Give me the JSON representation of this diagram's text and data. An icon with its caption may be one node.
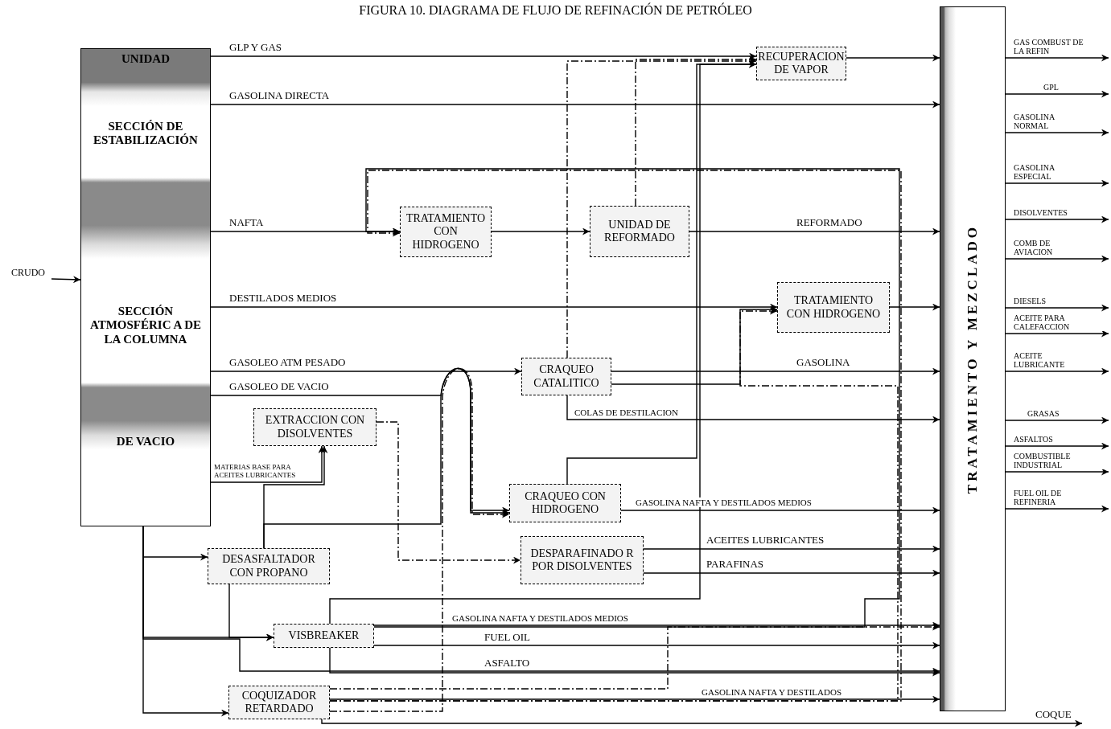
{
  "diagram": {
    "title": "FIGURA 10. DIAGRAMA DE FLUJO DE REFINACIÓN DE PETRÓLEO",
    "nodes": [
      {
        "text": [
          "CRUDO"
        ]
      },
      {
        "text": [
          "UNIDAD",
          "SECCIÓN DE ESTABILIZACIÓN",
          "SECCIÓN ATMOSFÉRIC A DE LA COLUMNA",
          "DE VACIO"
        ]
      },
      {
        "text": [
          "RECUPERACION DE VAPOR"
        ]
      },
      {
        "text": [
          "TRATAMIENTO CON HIDROGENO"
        ]
      },
      {
        "text": [
          "UNIDAD DE REFORMADO"
        ]
      },
      {
        "text": [
          "TRATAMIENTO CON HIDROGENO"
        ]
      },
      {
        "text": [
          "CRAQUEO CATALITICO"
        ]
      },
      {
        "text": [
          "EXTRACCION CON DISOLVENTES"
        ]
      },
      {
        "text": [
          "CRAQUEO CON HIDROGENO"
        ]
      },
      {
        "text": [
          "DESASFALTADOR CON PROPANO"
        ]
      },
      {
        "text": [
          "DESPARAFINADO R POR DISOLVENTES"
        ]
      },
      {
        "text": [
          "VISBREAKER"
        ]
      },
      {
        "text": [
          "COQUIZADOR RETARDADO"
        ]
      },
      {
        "text": [
          "TRATAMIENTO Y MEZCLADO"
        ]
      }
    ],
    "edges": [
      {
        "from": 0,
        "to": 1,
        "arrow": "to"
      },
      {
        "from": 1,
        "to": 2,
        "arrow": "to",
        "label": "GLP Y GAS"
      },
      {
        "from": 2,
        "to": 13,
        "arrow": "to"
      },
      {
        "from": 1,
        "to": 13,
        "arrow": "to",
        "label": "GASOLINA DIRECTA"
      },
      {
        "from": 1,
        "to": 3,
        "arrow": "to",
        "label": "NAFTA"
      },
      {
        "from": 3,
        "to": 4,
        "arrow": "to"
      },
      {
        "from": 4,
        "to": 13,
        "arrow": "to",
        "label": "REFORMADO"
      },
      {
        "from": 4,
        "to": 2,
        "arrow": "to",
        "style": "dashed"
      },
      {
        "from": 1,
        "to": 5,
        "arrow": "to",
        "label": "DESTILADOS MEDIOS"
      },
      {
        "from": 5,
        "to": 13,
        "arrow": "to"
      },
      {
        "from": 1,
        "to": 6,
        "arrow": "to",
        "label": "GASOLEO ATM PESADO"
      },
      {
        "from": 1,
        "to": 8,
        "arrow": "to",
        "label": "GASOLEO DE VACIO"
      },
      {
        "from": 6,
        "to": 2,
        "arrow": "to",
        "style": "dashed"
      },
      {
        "from": 6,
        "to": 13,
        "arrow": "to",
        "label": "GASOLINA"
      },
      {
        "from": 6,
        "to": 5,
        "arrow": "to"
      },
      {
        "from": 6,
        "to": 13,
        "arrow": "to",
        "label": "COLAS DE DESTILACION"
      },
      {
        "from": 1,
        "to": 7,
        "arrow": "to",
        "label": "MATERIAS BASE PARA ACEITES LUBRICANTES"
      },
      {
        "from": 7,
        "to": 10,
        "arrow": "to",
        "style": "dashed"
      },
      {
        "from": 8,
        "to": 2,
        "arrow": "to"
      },
      {
        "from": 8,
        "to": 13,
        "arrow": "to",
        "label": "GASOLINA NAFTA Y DESTILADOS MEDIOS"
      },
      {
        "from": 1,
        "to": 9,
        "arrow": "to"
      },
      {
        "from": 9,
        "to": 7,
        "arrow": "to"
      },
      {
        "from": 9,
        "to": 8,
        "arrow": "to"
      },
      {
        "from": 10,
        "to": 13,
        "arrow": "to",
        "label": "ACEITES LUBRICANTES"
      },
      {
        "from": 10,
        "to": 13,
        "arrow": "to",
        "label": "PARAFINAS"
      },
      {
        "from": 1,
        "to": 11,
        "arrow": "to"
      },
      {
        "from": 9,
        "to": 11,
        "arrow": "to"
      },
      {
        "from": 11,
        "to": 2,
        "arrow": "to"
      },
      {
        "from": 11,
        "to": 13,
        "arrow": "to",
        "label": "GASOLINA NAFTA Y DESTILADOS MEDIOS"
      },
      {
        "from": 11,
        "to": 3,
        "arrow": "to"
      },
      {
        "from": 11,
        "to": 13,
        "arrow": "to",
        "label": "FUEL OIL"
      },
      {
        "from": 1,
        "to": 13,
        "arrow": "to",
        "label": "ASFALTO"
      },
      {
        "from": 11,
        "to": 13,
        "arrow": "to"
      },
      {
        "from": 1,
        "to": 12,
        "arrow": "to"
      },
      {
        "from": 12,
        "to": 13,
        "arrow": "to",
        "label": "GASOLINA NAFTA Y DESTILADOS"
      },
      {
        "from": 12,
        "to": 3,
        "arrow": "to",
        "style": "dashed"
      },
      {
        "from": 12,
        "to": 5,
        "arrow": "to",
        "style": "dashed"
      },
      {
        "from": 12,
        "to": 13,
        "arrow": "to",
        "style": "dashed"
      },
      {
        "from": 12,
        "to": 8,
        "arrow": "to",
        "style": "dashed"
      },
      {
        "from": 12,
        "to": null,
        "arrow": "to",
        "label": "COQUE"
      },
      {
        "from": 13,
        "to": null,
        "arrow": "to",
        "label": "GAS COMBUST DE LA REFIN"
      },
      {
        "from": 13,
        "to": null,
        "arrow": "to",
        "label": "GPL"
      },
      {
        "from": 13,
        "to": null,
        "arrow": "to",
        "label": "GASOLINA NORMAL"
      },
      {
        "from": 13,
        "to": null,
        "arrow": "to",
        "label": "GASOLINA ESPECIAL"
      },
      {
        "from": 13,
        "to": null,
        "arrow": "to",
        "label": "DISOLVENTES"
      },
      {
        "from": 13,
        "to": null,
        "arrow": "to",
        "label": "COMB DE AVIACION"
      },
      {
        "from": 13,
        "to": null,
        "arrow": "to",
        "label": "DIESELS"
      },
      {
        "from": 13,
        "to": null,
        "arrow": "to",
        "label": "ACEITE PARA CALEFACCION"
      },
      {
        "from": 13,
        "to": null,
        "arrow": "to",
        "label": "ACEITE LUBRICANTE"
      },
      {
        "from": 13,
        "to": null,
        "arrow": "to",
        "label": "GRASAS"
      },
      {
        "from": 13,
        "to": null,
        "arrow": "to",
        "label": "ASFALTOS"
      },
      {
        "from": 13,
        "to": null,
        "arrow": "to",
        "label": "COMBUSTIBLE INDUSTRIAL"
      },
      {
        "from": 13,
        "to": null,
        "arrow": "to",
        "label": "FUEL OIL DE REFINERIA"
      }
    ]
  }
}
